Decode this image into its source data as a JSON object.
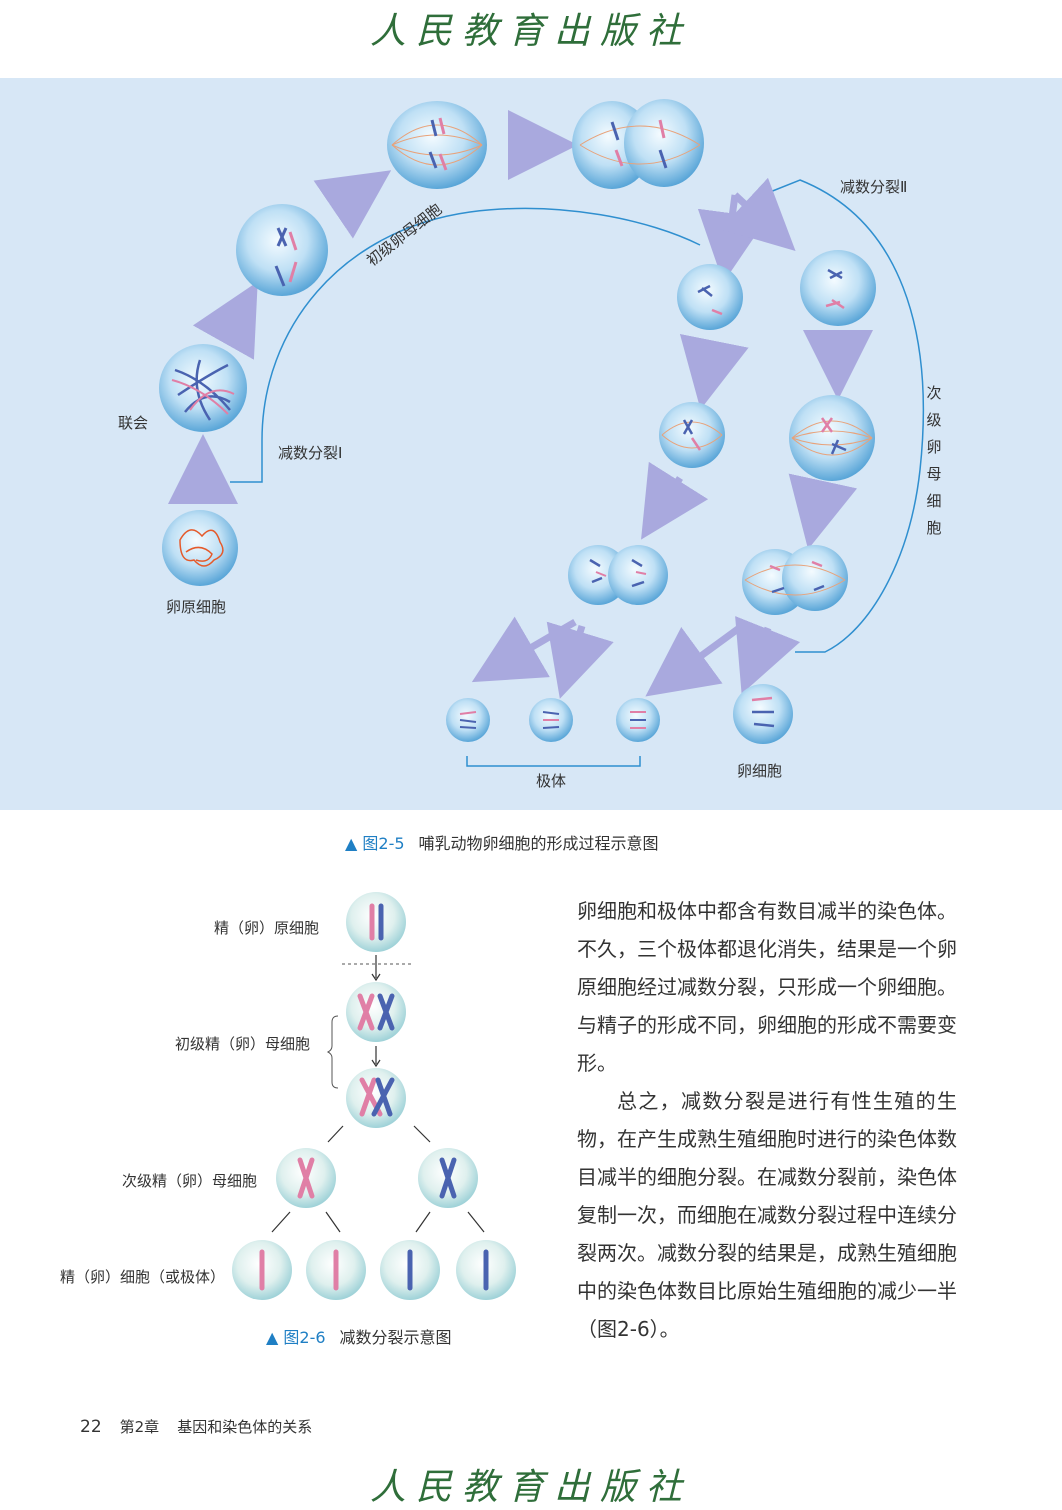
{
  "watermark": "人民教育出版社",
  "figure5": {
    "labels": {
      "oogonium": "卵原细胞",
      "synapsis": "联会",
      "meiosis1": "减数分裂Ⅰ",
      "primary_oocyte": "初级卵母细胞",
      "meiosis2": "减数分裂Ⅱ",
      "secondary_oocyte": "次级卵母细胞",
      "polar_body": "极体",
      "egg": "卵细胞"
    },
    "caption_num": "图2-5",
    "caption_text": "哺乳动物卵细胞的形成过程示意图"
  },
  "figure6": {
    "labels": {
      "l1": "精（卵）原细胞",
      "l2": "初级精（卵）母细胞",
      "l3": "次级精（卵）母细胞",
      "l4": "精（卵）细胞（或极体）"
    },
    "caption_num": "图2-6",
    "caption_text": "减数分裂示意图"
  },
  "text": {
    "p1": "卵细胞和极体中都含有数目减半的染色体。不久，三个极体都退化消失，结果是一个卵原细胞经过减数分裂，只形成一个卵细胞。与精子的形成不同，卵细胞的形成不需要变形。",
    "p2": "总之，减数分裂是进行有性生殖的生物，在产生成熟生殖细胞时进行的染色体数目减半的细胞分裂。在减数分裂前，染色体复制一次，而细胞在减数分裂过程中连续分裂两次。减数分裂的结果是，成熟生殖细胞中的染色体数目比原始生殖细胞的减少一半（图2-6）。"
  },
  "footer": {
    "page": "22",
    "chapter": "第2章",
    "title": "基因和染色体的关系"
  },
  "colors": {
    "panel_bg": "#d7e7f6",
    "accent_blue": "#1f7fc4",
    "chrom_pink": "#e07fa6",
    "chrom_blue": "#4a63b0"
  }
}
